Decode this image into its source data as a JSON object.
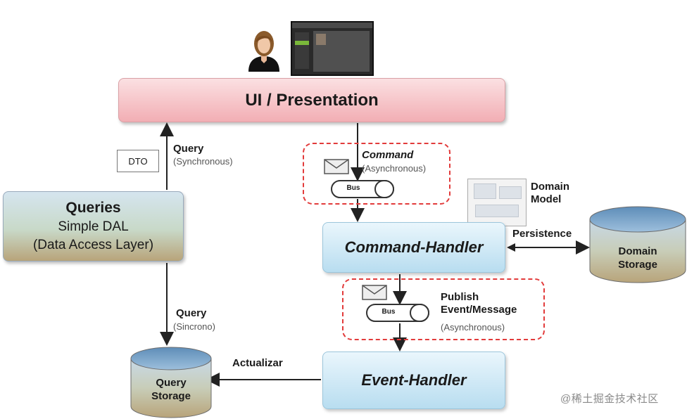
{
  "diagram": {
    "ui_presentation": "UI / Presentation",
    "queries": {
      "title": "Queries",
      "line2": "Simple DAL",
      "line3": "(Data Access Layer)"
    },
    "dto": "DTO",
    "query_top": {
      "label": "Query",
      "sub": "(Synchronous)"
    },
    "query_bottom": {
      "label": "Query",
      "sub": "(Sincrono)"
    },
    "command": {
      "label": "Command",
      "sub": "(Asynchronous)"
    },
    "bus_label": "Bus",
    "domain_model": "Domain\nModel",
    "persistence": "Persistence",
    "command_handler": "Command-Handler",
    "domain_storage": "Domain\nStorage",
    "publish": {
      "label": "Publish\nEvent/Message",
      "sub": "(Asynchronous)"
    },
    "event_handler": "Event-Handler",
    "actualizar": "Actualizar",
    "query_storage": "Query\nStorage"
  },
  "watermark": "@稀土掘金技术社区",
  "colors": {
    "ui_bar": "#f2aeb4",
    "handler": "#b8ddf0",
    "dashed_border": "#e23b3b",
    "storage_top": "#7fa6c9",
    "storage_bottom": "#b8a47a"
  }
}
